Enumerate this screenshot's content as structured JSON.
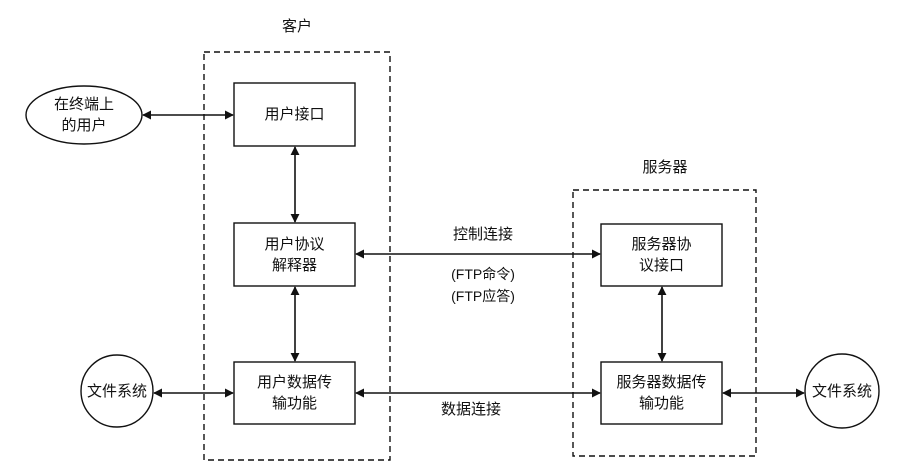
{
  "client": {
    "title": "客户",
    "terminal_user": [
      "在终端上",
      "的用户"
    ],
    "user_interface": "用户接口",
    "protocol_interpreter": [
      "用户协议",
      "解释器"
    ],
    "data_transfer": [
      "用户数据传",
      "输功能"
    ],
    "file_system": "文件系统"
  },
  "server": {
    "title": "服务器",
    "protocol_interface": [
      "服务器协",
      "议接口"
    ],
    "data_transfer": [
      "服务器数据传",
      "输功能"
    ],
    "file_system": "文件系统"
  },
  "connections": {
    "control": "控制连接",
    "ftp_command": "(FTP命令)",
    "ftp_reply": "(FTP应答)",
    "data": "数据连接"
  }
}
